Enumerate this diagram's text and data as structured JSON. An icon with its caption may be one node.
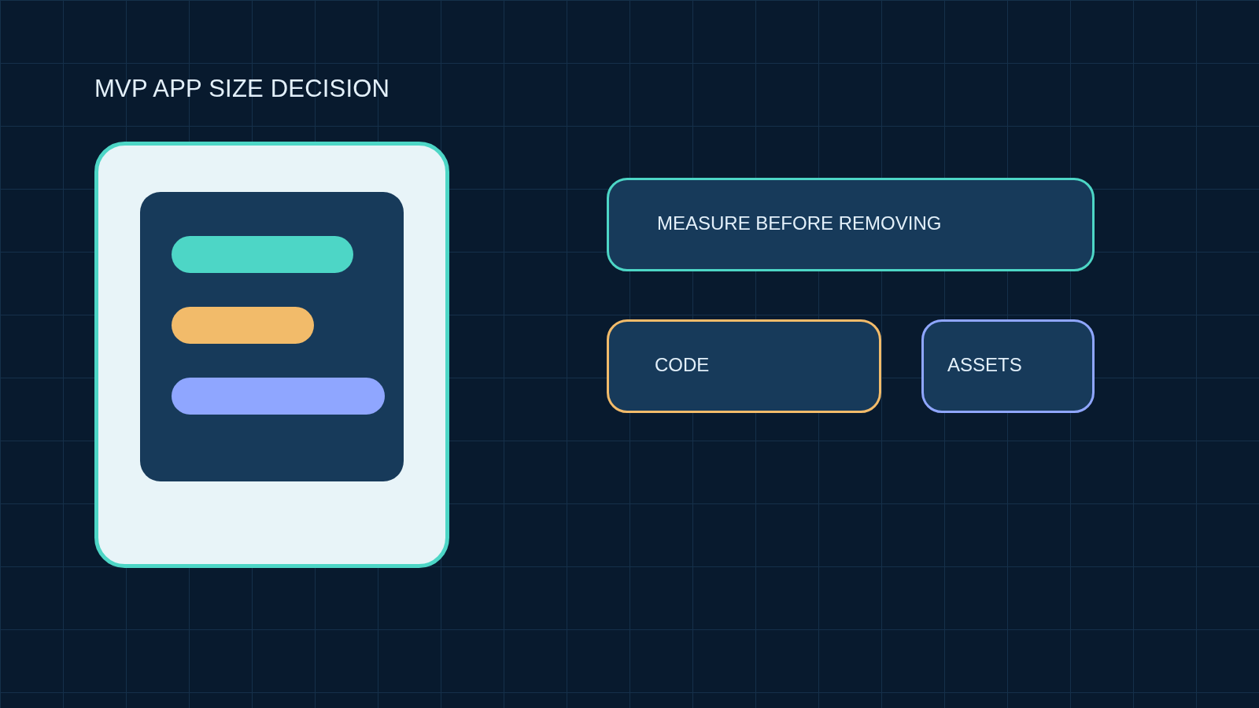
{
  "diagram": {
    "title": "MVP APP SIZE DECISION",
    "nodes": [
      {
        "text": [
          "MEASURE BEFORE REMOVING"
        ]
      },
      {
        "text": [
          "CODE"
        ]
      },
      {
        "text": [
          "ASSETS"
        ]
      }
    ]
  }
}
